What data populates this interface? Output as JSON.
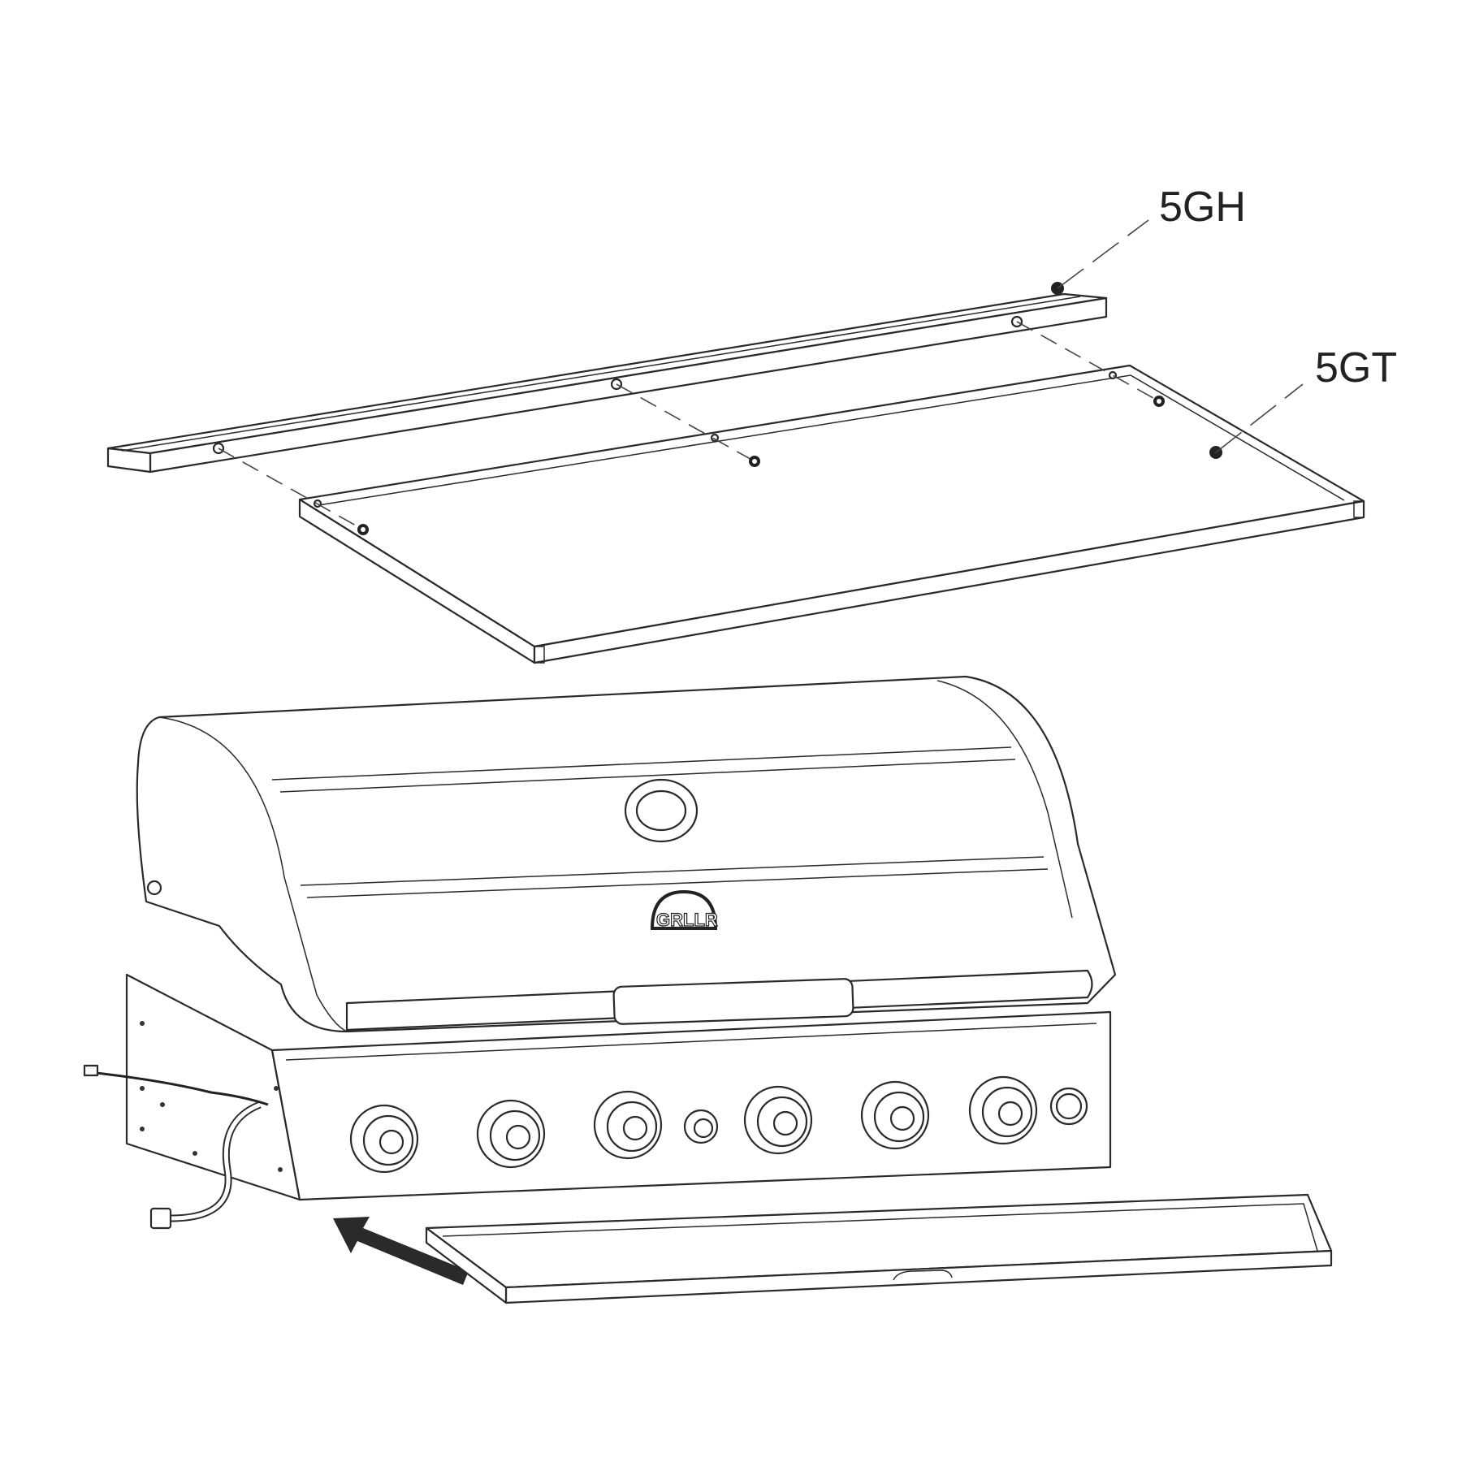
{
  "callouts": {
    "rail": {
      "label": "5GH"
    },
    "tray": {
      "label": "5GT"
    }
  },
  "grill": {
    "logo_text": "GRLLR",
    "knob_count": 6
  },
  "colors": {
    "line": "#2a2a2a",
    "background": "#ffffff"
  }
}
